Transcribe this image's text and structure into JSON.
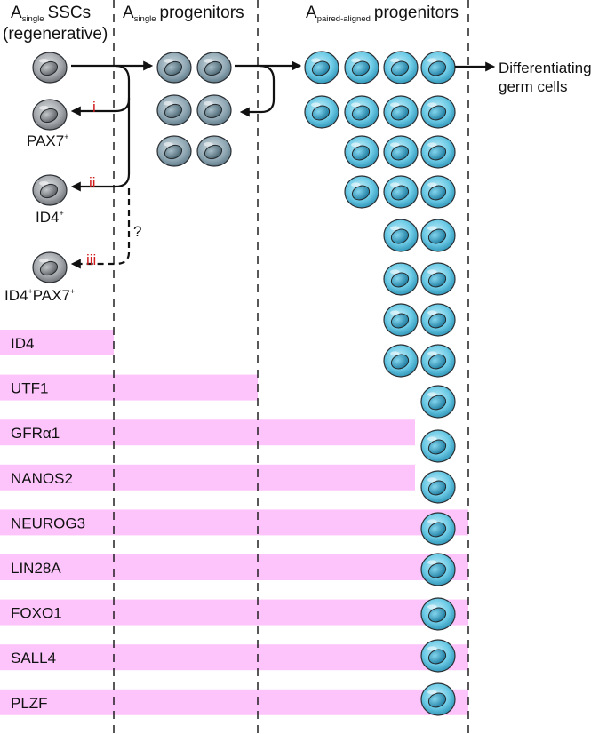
{
  "headers": {
    "col1": {
      "prefix": "A",
      "sub": "single",
      "main": "SSCs",
      "line2": "(regenerative)"
    },
    "col2": {
      "prefix": "A",
      "sub": "single",
      "main": "progenitors"
    },
    "col3": {
      "prefix": "A",
      "sub": "paired-aligned",
      "main": "progenitors"
    }
  },
  "end_label": {
    "line1": "Differentiating",
    "line2": "germ cells"
  },
  "ssc_pathways": [
    {
      "roman": "i",
      "marker": "PAX7",
      "sup": "+"
    },
    {
      "roman": "ii",
      "marker": "ID4",
      "sup": "+"
    },
    {
      "roman": "iii",
      "marker_parts": [
        {
          "text": "ID4",
          "sup": "+"
        },
        {
          "text": "PAX7",
          "sup": "+"
        }
      ]
    }
  ],
  "uncertain_mark": "?",
  "markers": [
    {
      "label": "ID4",
      "extent": "col1"
    },
    {
      "label": "UTF1",
      "extent": "col2"
    },
    {
      "label": "GFRα1",
      "extent": "col3_partial"
    },
    {
      "label": "NANOS2",
      "extent": "col3_partial"
    },
    {
      "label": "NEUROG3",
      "extent": "col3_full"
    },
    {
      "label": "LIN28A",
      "extent": "col3_full"
    },
    {
      "label": "FOXO1",
      "extent": "col3_full"
    },
    {
      "label": "SALL4",
      "extent": "col3_full"
    },
    {
      "label": "PLZF",
      "extent": "col3_full"
    }
  ],
  "colors": {
    "bar": "#fdc4fb",
    "grey_cell": "#a8acaf",
    "blue_cell": "#5cc0de",
    "roman_numerals": "#d01c1c"
  }
}
